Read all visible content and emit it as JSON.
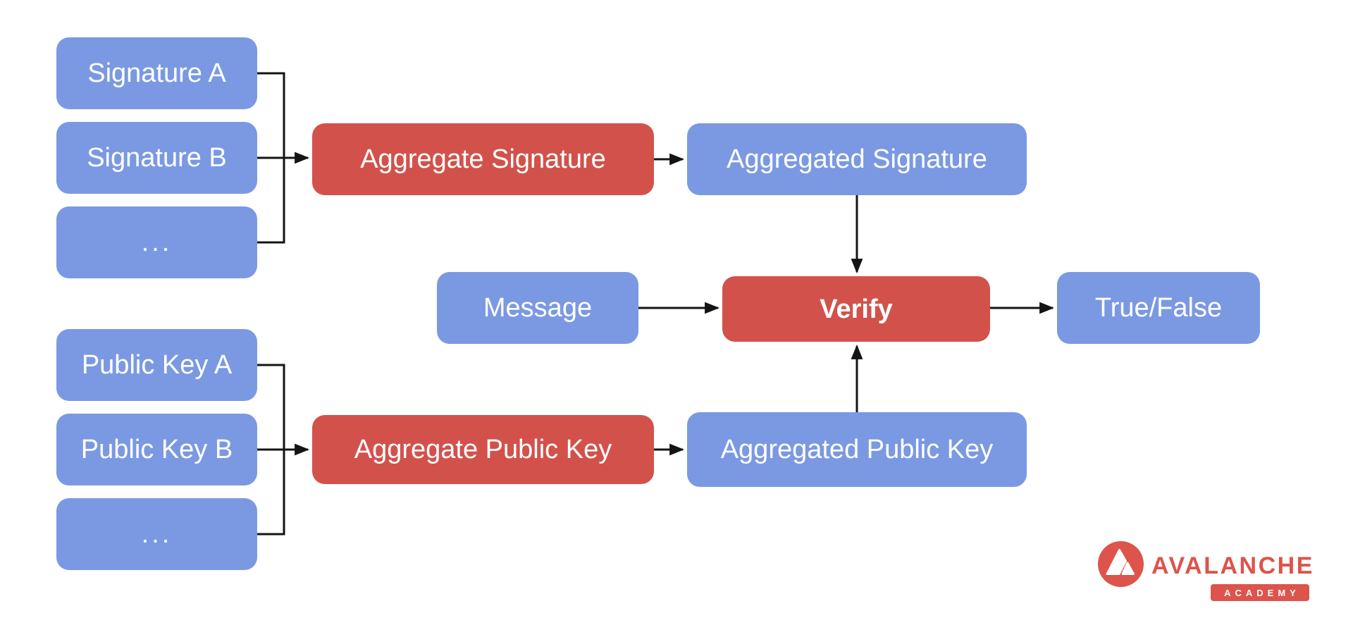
{
  "diagram": {
    "title_hint": "BLS signature aggregation and verification flow",
    "nodes": {
      "sig_a": {
        "label": "Signature A",
        "color": "blue"
      },
      "sig_b": {
        "label": "Signature B",
        "color": "blue"
      },
      "sig_more": {
        "label": "...",
        "color": "blue"
      },
      "agg_sig": {
        "label": "Aggregate Signature",
        "color": "red"
      },
      "aggd_sig": {
        "label": "Aggregated Signature",
        "color": "blue"
      },
      "message": {
        "label": "Message",
        "color": "blue"
      },
      "verify": {
        "label": "Verify",
        "color": "red",
        "bold": true
      },
      "true_false": {
        "label": "True/False",
        "color": "blue"
      },
      "pk_a": {
        "label": "Public Key A",
        "color": "blue"
      },
      "pk_b": {
        "label": "Public Key B",
        "color": "blue"
      },
      "pk_more": {
        "label": "...",
        "color": "blue"
      },
      "agg_pk": {
        "label": "Aggregate Public Key",
        "color": "red"
      },
      "aggd_pk": {
        "label": "Aggregated Public Key",
        "color": "blue"
      }
    },
    "edges": [
      {
        "from": "sig_a",
        "to": "agg_sig"
      },
      {
        "from": "sig_b",
        "to": "agg_sig"
      },
      {
        "from": "sig_more",
        "to": "agg_sig"
      },
      {
        "from": "agg_sig",
        "to": "aggd_sig"
      },
      {
        "from": "aggd_sig",
        "to": "verify"
      },
      {
        "from": "message",
        "to": "verify"
      },
      {
        "from": "verify",
        "to": "true_false"
      },
      {
        "from": "pk_a",
        "to": "agg_pk"
      },
      {
        "from": "pk_b",
        "to": "agg_pk"
      },
      {
        "from": "pk_more",
        "to": "agg_pk"
      },
      {
        "from": "agg_pk",
        "to": "aggd_pk"
      },
      {
        "from": "aggd_pk",
        "to": "verify"
      }
    ]
  },
  "colors": {
    "node_blue": "#7B99E2",
    "node_red": "#D2524B",
    "node_text": "#FFFFFF",
    "arrow": "#141414",
    "logo_red": "#DC544B",
    "background": "#FFFFFF"
  },
  "logo": {
    "brand": "AVALANCHE",
    "badge": "ACADEMY"
  }
}
